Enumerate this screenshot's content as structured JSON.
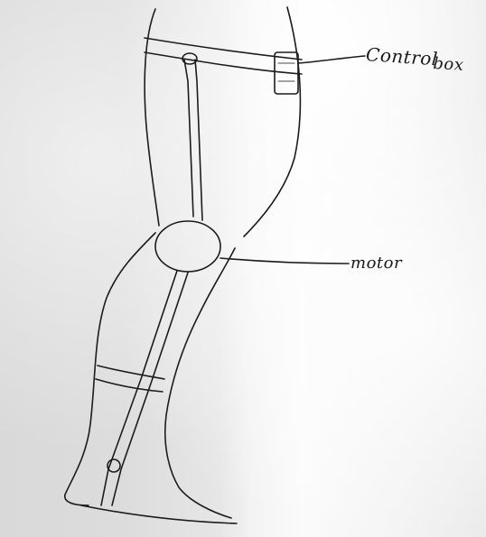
{
  "diagram": {
    "labels": {
      "control_line1": "Control",
      "control_line2": "box",
      "motor": "motor"
    }
  }
}
